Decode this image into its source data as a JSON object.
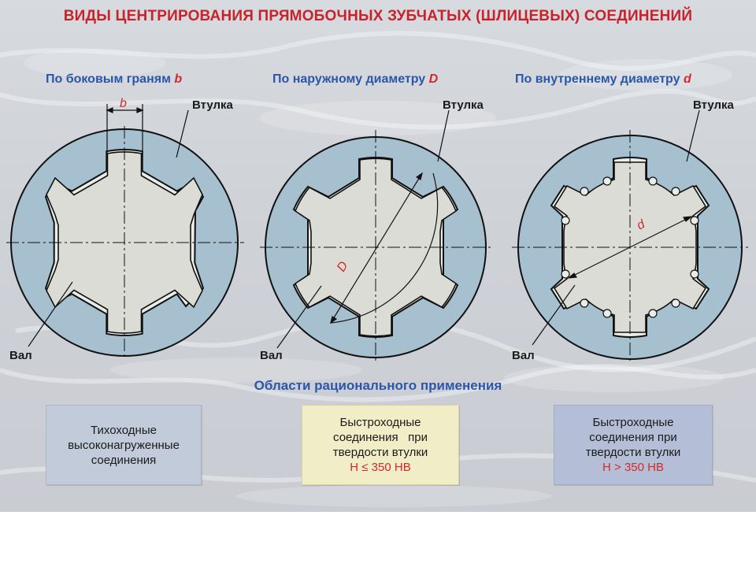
{
  "title": "ВИДЫ ЦЕНТРИРОВАНИЯ ПРЯМОБОЧНЫХ  ЗУБЧАТЫХ (ШЛИЦЕВЫХ) СОЕДИНЕНИЙ",
  "columns": [
    {
      "caption": "По боковым граням",
      "symbol": "b",
      "hub_label": "Втулка",
      "shaft_label": "Вал",
      "dimension_label": "b",
      "area_lines": [
        "Тихоходные",
        "высоконагруженные",
        "соединения"
      ],
      "area_hardness": ""
    },
    {
      "caption": "По наружному диаметру",
      "symbol": "D",
      "hub_label": "Втулка",
      "shaft_label": "Вал",
      "dimension_label": "D",
      "area_lines": [
        "Быстроходные",
        "соединения   при",
        "твердости втулки"
      ],
      "area_hardness": "H ≤ 350 HB"
    },
    {
      "caption": "По внутреннему диаметру",
      "symbol": "d",
      "hub_label": "Втулка",
      "shaft_label": "Вал",
      "dimension_label": "d",
      "area_lines": [
        "Быстроходные",
        "соединения при",
        "твердости втулки"
      ],
      "area_hardness": "H > 350 HB"
    }
  ],
  "areas_title": "Области рационального применения",
  "colors": {
    "title": "#c8222b",
    "caption": "#2a57a8",
    "symbol": "#d22a2a",
    "hub_fill": "#a7c0cf",
    "shaft_fill": "#dcdcd6",
    "outline": "#111111",
    "box1": "#c2cbd9",
    "box2": "#f1edc6",
    "box3": "#b4bfd7"
  }
}
